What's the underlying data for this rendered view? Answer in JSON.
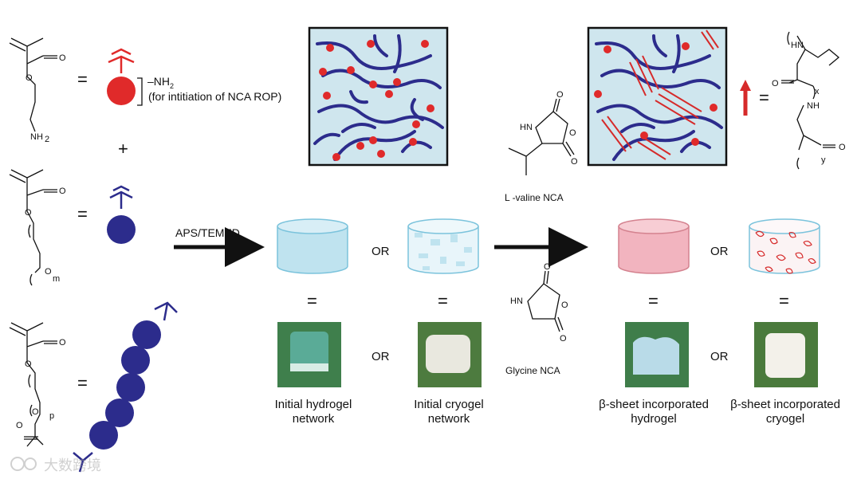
{
  "legend": {
    "amine_group": "–NH",
    "amine_sub": "2",
    "amine_note": "(for intitiation of NCA ROP)",
    "plus": "+",
    "equals": "=",
    "nh2_label": "NH",
    "nh2_sub": "2",
    "peg_repeat_m": "m",
    "peg_repeat_p": "p",
    "helix_equals": "="
  },
  "reaction": {
    "initiator": "APS/TEMED",
    "or": "OR",
    "equals": "="
  },
  "nca": {
    "valine_label": "L -valine NCA",
    "glycine_label": "Glycine NCA",
    "nh": "HN",
    "o": "O"
  },
  "captions": {
    "initial_hydrogel": [
      "Initial hydrogel",
      "network"
    ],
    "initial_cryogel": [
      "Initial cryogel",
      "network"
    ],
    "beta_hydrogel": [
      "β-sheet incorporated",
      "hydrogel"
    ],
    "beta_cryogel": [
      "β-sheet incorporated",
      "cryogel"
    ]
  },
  "copolymer": {
    "nh": "HN",
    "nh2": "NH",
    "x": "x",
    "y": "y",
    "o": "O"
  },
  "colors": {
    "network_blue": "#2c2c8c",
    "node_red": "#e02a2a",
    "box_fill": "#cfe6ee",
    "hydrogel_blue": "#bfe3ef",
    "hydrogel_pink": "#f2b4bf",
    "arrow_red": "#d62a2a"
  },
  "watermark": "大数跨境"
}
